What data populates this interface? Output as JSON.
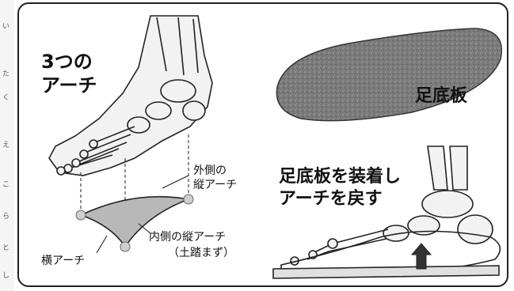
{
  "edge_margin_glyphs": [
    "い",
    "た",
    "く",
    "え",
    "こ",
    "ら",
    "と",
    "し"
  ],
  "labels": {
    "three_arches_line1": "3つの",
    "three_arches_line2": "アーチ",
    "insole": "足底板",
    "lateral_arch_line1": "外側の",
    "lateral_arch_line2": "縦アーチ",
    "medial_arch_line1": "内側の縦アーチ",
    "medial_arch_line2": "（土踏まず）",
    "transverse_arch": "横アーチ",
    "caption_line1": "足底板を装着し",
    "caption_line2": "アーチを戻す"
  },
  "colors": {
    "line": "#222222",
    "insole_fill": "#7a7a7a",
    "arch_fill": "#b8b8b8",
    "bone_fill": "#f2f2f2",
    "arrow_fill": "#333333"
  }
}
